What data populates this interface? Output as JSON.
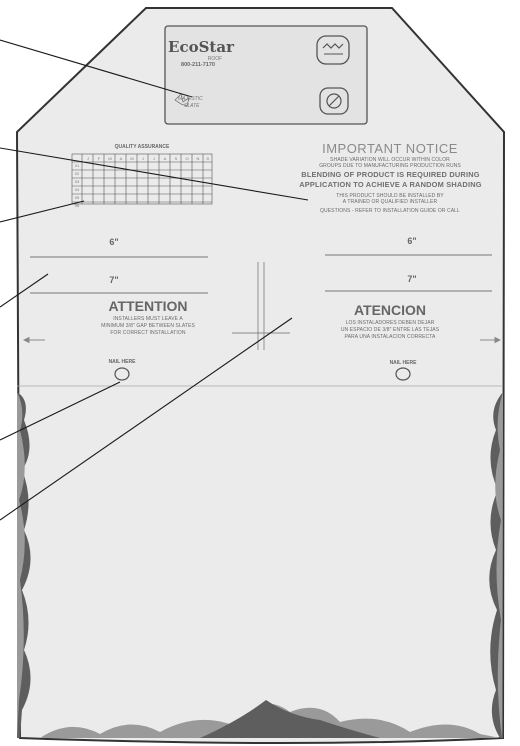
{
  "logo": {
    "name": "EcoStar",
    "sub": "ROOF",
    "phone": "800-211-7170",
    "brand_line1": "MAJESTIC",
    "brand_line2": "SLATE"
  },
  "quality_assurance": {
    "title": "QUALITY ASSURANCE",
    "col_headers": [
      "J",
      "F",
      "M",
      "A",
      "M",
      "J",
      "J",
      "A",
      "S",
      "O",
      "N",
      "D"
    ],
    "row_labels": [
      "01",
      "02",
      "03",
      "04",
      "05",
      "06"
    ]
  },
  "notice": {
    "title": "IMPORTANT NOTICE",
    "fine1": "SHADE VARIATION WILL OCCUR WITHIN COLOR",
    "fine2": "GROUPS DUE TO MANUFACTURING PRODUCTION RUNS",
    "blend1": "BLENDING OF PRODUCT IS REQUIRED DURING",
    "blend2": "APPLICATION TO ACHIEVE A RANDOM SHADING",
    "fine3": "THIS PRODUCT SHOULD BE INSTALLED BY",
    "fine4": "A TRAINED OR QUALIFIED INSTALLER",
    "questions": "QUESTIONS - REFER TO INSTALLATION GUIDE OR CALL"
  },
  "measure": {
    "six": "6\"",
    "seven": "7\""
  },
  "attention": {
    "title": "ATTENTION",
    "line1": "INSTALLERS MUST LEAVE A",
    "line2": "MINIMUM 3/8\" GAP BETWEEN SLATES",
    "line3": "FOR CORRECT INSTALLATION"
  },
  "atencion": {
    "title": "ATENCION",
    "line1": "LOS INSTALADORES DEBEN DEJAR",
    "line2": "UN ESPACIO DE 3/8\" ENTRE LAS TEJAS",
    "line3": "PARA UNA INSTALACION CORRECTA"
  },
  "nail": {
    "left": "NAIL HERE",
    "right": "NAIL HERE"
  },
  "colors": {
    "tile": "#e8e8e8",
    "outline": "#333333",
    "leader": "#1a1a1a",
    "texture_dark": "#5e5e5e",
    "texture_mid": "#9a9a9a"
  }
}
